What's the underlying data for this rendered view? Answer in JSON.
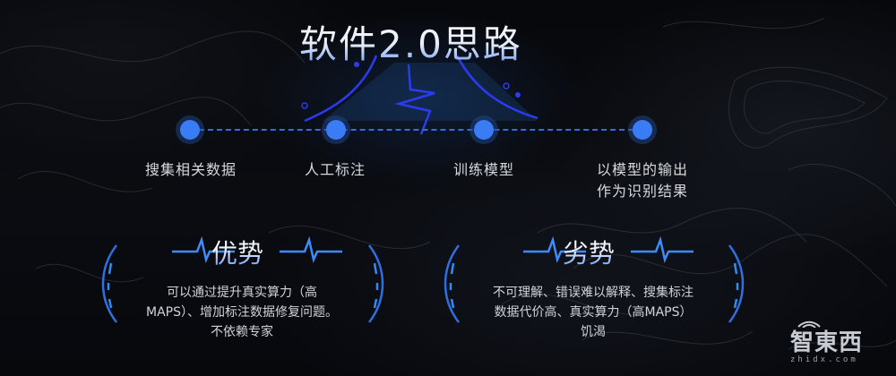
{
  "slide": {
    "title": "软件2.0思路",
    "timeline": {
      "steps": [
        {
          "label": "搜集相关数据",
          "line2": ""
        },
        {
          "label": "人工标注",
          "line2": ""
        },
        {
          "label": "训练模型",
          "line2": ""
        },
        {
          "label": "以模型的输出",
          "line2": "作为识别结果"
        }
      ]
    },
    "advantages": {
      "title": "优势",
      "lines": [
        "可以通过提升真实算力（高",
        "MAPS）、增加标注数据修复问题。",
        "不依赖专家"
      ]
    },
    "disadvantages": {
      "title": "劣势",
      "lines": [
        "不可理解、错误难以解释、搜集标注",
        "数据代价高、真实算力（高MAPS）",
        "饥渴"
      ]
    },
    "watermark": {
      "brand": "智東西",
      "domain": "zhidx.com"
    },
    "colors": {
      "accent": "#3a7cf5",
      "dashed_line": "#2f6fe0",
      "background": "#07080b",
      "text": "#d6d8dc"
    },
    "icons": [
      "pulse-wave-icon",
      "bracket-arc-icon",
      "timeline-node-icon",
      "wifi-logo-icon"
    ]
  }
}
